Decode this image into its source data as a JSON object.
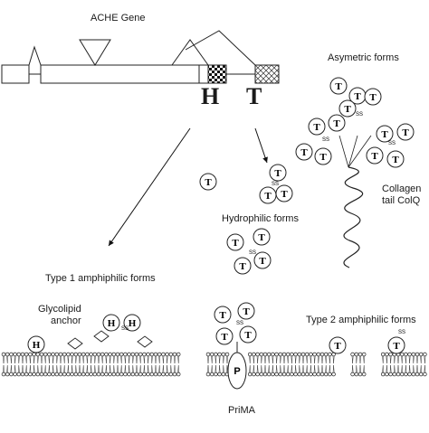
{
  "gene_title": "ACHE Gene",
  "exon_h": "H",
  "exon_t": "T",
  "asymmetric": "Asymetric forms",
  "collagen_1": "Collagen",
  "collagen_2": "tail ColQ",
  "hydrophilic": "Hydrophilic forms",
  "type1": "Type 1 amphiphilic forms",
  "glycolipid_1": "Glycolipid",
  "glycolipid_2": "anchor",
  "type2": "Type 2 amphiphilic forms",
  "prima": "PriMA",
  "subunit_t": "T",
  "subunit_h": "H",
  "subunit_p": "P",
  "disulfide": "SS"
}
